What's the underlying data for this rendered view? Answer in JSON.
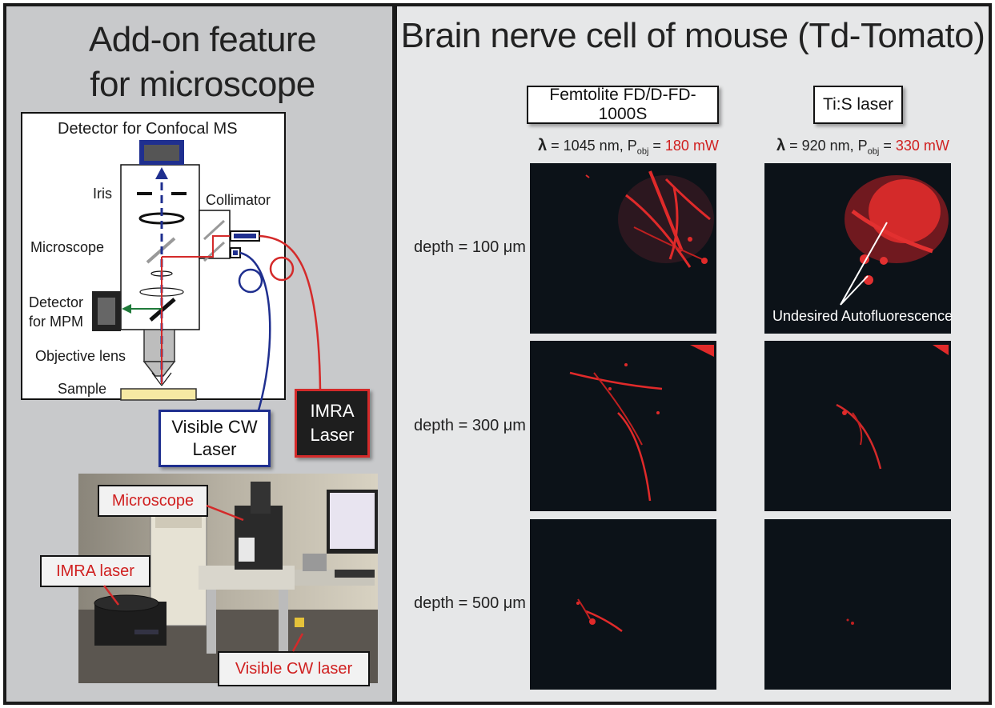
{
  "left": {
    "title_line1": "Add-on feature",
    "title_line2": "for microscope",
    "diagram": {
      "detector_confocal": "Detector for Confocal MS",
      "iris": "Iris",
      "collimator": "Collimator",
      "microscope": "Microscope",
      "detector_mpm_line1": "Detector",
      "detector_mpm_line2": "for MPM",
      "objective_lens": "Objective lens",
      "sample": "Sample"
    },
    "visible_cw_laser_line1": "Visible CW",
    "visible_cw_laser_line2": "Laser",
    "imra_laser_line1": "IMRA",
    "imra_laser_line2": "Laser",
    "photo_labels": {
      "microscope": "Microscope",
      "imra_laser": "IMRA laser",
      "visible_cw_laser": "Visible CW laser"
    }
  },
  "right": {
    "title": "Brain nerve cell of mouse (Td-Tomato)",
    "columns": [
      {
        "header": "Femtolite FD/D-FD-1000S",
        "lambda_prefix": "λ",
        "lambda_text": " = 1045 nm, P",
        "p_sub": "obj",
        "eq": " = ",
        "power": "180 mW"
      },
      {
        "header": "Ti:S laser",
        "lambda_prefix": "λ",
        "lambda_text": " = 920 nm, P",
        "p_sub": "obj",
        "eq": " = ",
        "power": "330 mW"
      }
    ],
    "depths": [
      "depth = 100 μm",
      "depth = 300 μm",
      "depth = 500 μm"
    ],
    "annotation": "Undesired Autofluorescence"
  },
  "colors": {
    "red_beam": "#d42a2a",
    "blue_beam": "#1f2f8f",
    "green_beam": "#1f7a3a",
    "highlight_red": "#d02020",
    "cell_bg": "#0c1218"
  }
}
